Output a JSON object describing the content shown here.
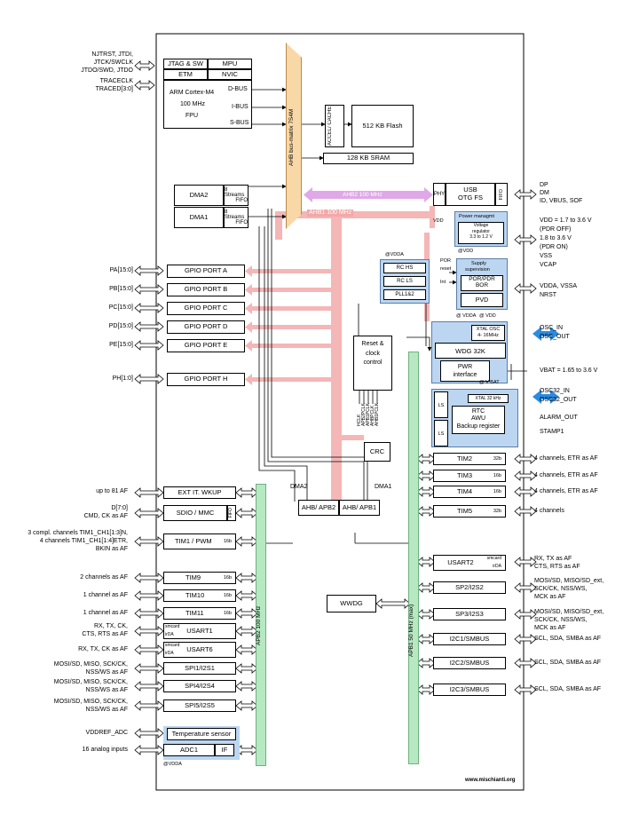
{
  "left_labels": {
    "jtag1": "NJTRST, JTDI,",
    "jtag2": "JTCK/SWCLK",
    "jtag3": "JTDO/SWD, JTDO",
    "trace1": "TRACECLK",
    "trace2": "TRACED[3:0]",
    "pa": "PA[15:0]",
    "pb": "PB[15:0]",
    "pc": "PC[15:0]",
    "pd": "PD[15:0]",
    "pe": "PE[15:0]",
    "ph": "PH[1:0]",
    "exti": "up to 81 AF",
    "sdio1": "D[7:0]",
    "sdio2": "CMD, CK as AF",
    "tim1a": "3 compl. channels TIM1_CH1[1:3]N,",
    "tim1b": "4 channels TIM1_CH1[1:4]ETR,",
    "tim1c": "BKIN as AF",
    "tim9": "2 channels as AF",
    "tim10": "1 channel as AF",
    "tim11": "1 channel as AF",
    "usart1a": "RX, TX, CK,",
    "usart1b": "CTS, RTS as AF",
    "usart6": "RX, TX, CK as AF",
    "spi1a": "MOSI/SD, MISO, SCK/CK,",
    "spi1b": "NSS/WS as AF",
    "spi4a": "MOSI/SD, MISO, SCK/CK,",
    "spi4b": "NSS/WS as AF",
    "spi5a": "MOSI/SD, MISO, SCK/CK,",
    "spi5b": "NSS/WS as AF",
    "vref": "VDDREF_ADC",
    "analog": "16 analog inputs"
  },
  "right_labels": {
    "usb1": "DP",
    "usb2": "DM",
    "usb3": "ID, VBUS, SOF",
    "vdd1": "VDD = 1.7 to 3.6 V",
    "vdd2": "(PDR OFF)",
    "vdd3": "1.8 to 3.6 V",
    "vdd4": "(PDR ON)",
    "vdd5": "VSS",
    "vdd6": "VCAP",
    "vdda": "VDDA, VSSA",
    "nrst": "NRST",
    "osc1": "OSC_IN",
    "osc2": "OSC_OUT",
    "vbat": "VBAT = 1.65 to 3.6 V",
    "osc32a": "OSC32_IN",
    "osc32b": "OSC32_OUT",
    "alarm": "ALARM_OUT",
    "stamp": "STAMP1",
    "tim2": "4 channels, ETR as AF",
    "tim3": "4 channels, ETR as AF",
    "tim4": "4 channels, ETR as AF",
    "tim5": "4 channels",
    "usart2a": "RX, TX as AF",
    "usart2b": "CTS, RTS as AF",
    "sp2a": "MOSI/SD, MISO/SD_ext,",
    "sp2b": "SCK/CK, NSS/WS,",
    "sp2c": "MCK as AF",
    "sp3a": "MOSI/SD, MISO/SD_ext,",
    "sp3b": "SCK/CK, NSS/WS,",
    "sp3c": "MCK as AF",
    "i2c1": "SCL, SDA, SMBA as AF",
    "i2c2": "SCL, SDA, SMBA as AF",
    "i2c3": "SCL, SDA, SMBA as AF"
  },
  "core": {
    "jtag": "JTAG & SW",
    "mpu": "MPU",
    "etm": "ETM",
    "nvic": "NVIC",
    "arm1": "ARM Cortex-M4",
    "arm2": "100 MHz",
    "arm3": "FPU",
    "dbus": "D-BUS",
    "ibus": "I-BUS",
    "sbus": "S-BUS",
    "bus_matrix": "AHB bus-matrix 7S4M",
    "accel": "ACCEL/ CACHE",
    "flash": "512 KB Flash",
    "sram": "128 KB SRAM",
    "ahb2": "AHB2 100 MHz",
    "ahb1": "AHB1 100 MHz"
  },
  "dma": {
    "dma2": "DMA2",
    "dma1": "DMA1",
    "streams": "8 Streams",
    "fifo": "FIFO"
  },
  "gpio": [
    "GPIO PORT A",
    "GPIO PORT B",
    "GPIO PORT C",
    "GPIO PORT D",
    "GPIO PORT E",
    "GPIO PORT H"
  ],
  "usb": {
    "phy": "PHY",
    "name1": "USB",
    "name2": "OTG FS",
    "fifo": "FIFO"
  },
  "power": {
    "vdd": "VDD",
    "title": "Power managmt",
    "vr1": "Voltage",
    "vr2": "regulator",
    "vr3": "3.3 to 1.2 V",
    "atvdd": "@VDD",
    "supply1": "Supply",
    "supply2": "supervision",
    "por": "POR/PDR",
    "bor": "BOR",
    "pvd": "PVD",
    "por_lbl": "POR",
    "reset_lbl": "reset",
    "int_lbl": "Int",
    "atvdda": "@VDDA",
    "atvdda2": "@ VDDA",
    "atvdd2": "@ VDD"
  },
  "rc": {
    "hs": "RC HS",
    "ls": "RC LS",
    "pll": "PLL1&2"
  },
  "reset": {
    "l1": "Reset &",
    "l2": "clock",
    "l3": "control"
  },
  "clocks": [
    "HCLK",
    "APB2PCLK",
    "APB1PCLK",
    "AHBPCLK",
    "AHB1PCLK"
  ],
  "osc": {
    "xtal1": "XTAL OSC",
    "xtal2": "4- 16MHz",
    "wdg": "WDG 32K",
    "pwr1": "PWR",
    "pwr2": "interface",
    "atvbat": "@ V BAT",
    "xtal32": "XTAL 32 kHz",
    "ls": "LS",
    "rtc1": "RTC",
    "rtc2": "AWU",
    "rtc3": "Backup register"
  },
  "crc": "CRC",
  "bridges": {
    "apb2": "AHB/ APB2",
    "apb1": "AHB/ APB1",
    "dma2": "DMA2",
    "dma1": "DMA1"
  },
  "apb1_periph": {
    "tim2": "TIM2",
    "tim2b": "32b",
    "tim3": "TIM3",
    "tim3b": "16b",
    "tim4": "TIM4",
    "tim4b": "16b",
    "tim5": "TIM5",
    "tim5b": "32b",
    "usart2": "USART2",
    "smcard": "smcard",
    "irda": "irDA",
    "sp2": "SP2/I2S2",
    "sp3": "SP3/I2S3",
    "i2c1": "I2C1/SMBUS",
    "i2c2": "I2C2/SMBUS",
    "i2c3": "I2C3/SMBUS",
    "wwdg": "WWDG",
    "bus": "APB1 50 MHz (max)"
  },
  "apb2_periph": {
    "exti": "EXT IT. WKUP",
    "sdio": "SDIO / MMC",
    "fifo": "FIFO",
    "tim1": "TIM1 / PWM",
    "tim1b": "16b",
    "tim9": "TIM9",
    "tim9b": "16b",
    "tim10": "TIM10",
    "tim10b": "16b",
    "tim11": "TIM11",
    "tim11b": "16b",
    "usart1": "USART1",
    "usart6": "USART6",
    "smcard": "smcard",
    "irda": "irDA",
    "spi1": "SPI1/I2S1",
    "spi4": "SPI4/I2S4",
    "spi5": "SPI5/I2S5",
    "temp": "Temperature sensor",
    "adc1": "ADC1",
    "if": "IF",
    "atvdda": "@VDDA",
    "bus": "APB2 100 MHz"
  },
  "footer": "www.mischianti.org"
}
